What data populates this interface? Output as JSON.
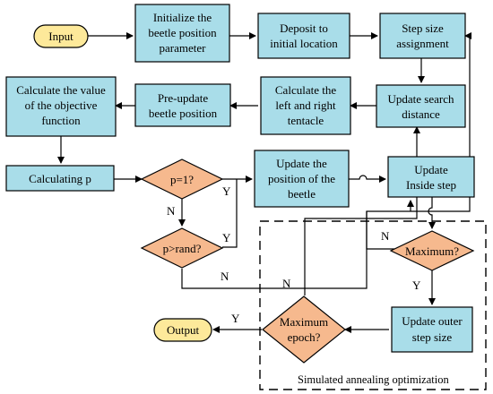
{
  "nodes": {
    "input": "Input",
    "init": [
      "Initialize the",
      "beetle position",
      "parameter"
    ],
    "deposit": [
      "Deposit to",
      "initial location"
    ],
    "step_assign": [
      "Step size",
      "assignment"
    ],
    "update_search": [
      "Update search",
      "distance"
    ],
    "calc_tentacle": [
      "Calculate the",
      "left and right",
      "tentacle"
    ],
    "pre_update": [
      "Pre-update",
      "beetle position"
    ],
    "calc_obj": [
      "Calculate the value",
      "of the objective",
      "function"
    ],
    "calc_p": "Calculating p",
    "p_eq1": "p=1?",
    "p_gt_rand": "p>rand?",
    "update_pos": [
      "Update the",
      "position of the",
      "beetle"
    ],
    "update_inside": [
      "Update",
      "Inside step"
    ],
    "maximum": "Maximum?",
    "update_outer": [
      "Update outer",
      "step size"
    ],
    "max_epoch": [
      "Maximum",
      "epoch?"
    ],
    "output": "Output"
  },
  "edge_labels": {
    "peq1_yes": "Y",
    "peq1_no": "N",
    "pgtrand_yes": "Y",
    "pgtrand_no": "N",
    "maximum_no": "N",
    "maximum_yes": "Y",
    "epoch_no": "N",
    "epoch_yes": "Y"
  },
  "region_label": "Simulated annealing optimization",
  "colors": {
    "process_fill": "#a9dde9",
    "decision_fill": "#f6b98e",
    "terminal_fill": "#fde99a",
    "stroke": "#000000"
  }
}
